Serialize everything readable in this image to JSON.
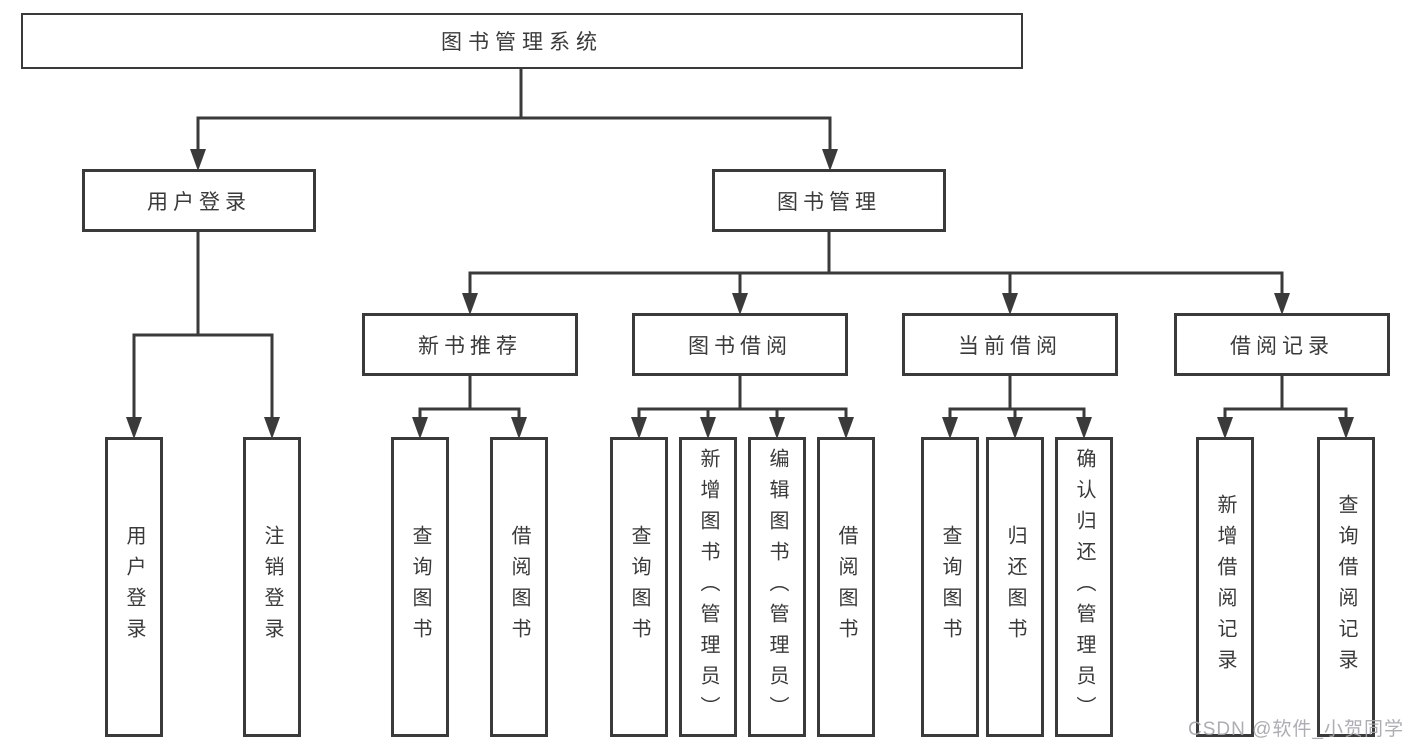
{
  "title": "图书管理系统",
  "tree": {
    "root": {
      "label": "图书管理系统"
    },
    "branches": [
      {
        "label": "用户登录",
        "children": [
          {
            "label": "用户登录"
          },
          {
            "label": "注销登录"
          }
        ]
      },
      {
        "label": "图书管理",
        "sections": [
          {
            "label": "新书推荐",
            "children": [
              {
                "label": "查询图书"
              },
              {
                "label": "借阅图书"
              }
            ]
          },
          {
            "label": "图书借阅",
            "children": [
              {
                "label": "查询图书"
              },
              {
                "label": "新增图书（管理员）"
              },
              {
                "label": "编辑图书（管理员）"
              },
              {
                "label": "借阅图书"
              }
            ]
          },
          {
            "label": "当前借阅",
            "children": [
              {
                "label": "查询图书"
              },
              {
                "label": "归还图书"
              },
              {
                "label": "确认归还（管理员）"
              }
            ]
          },
          {
            "label": "借阅记录",
            "children": [
              {
                "label": "新增借阅记录"
              },
              {
                "label": "查询借阅记录"
              }
            ]
          }
        ]
      }
    ]
  },
  "watermark": {
    "text": "CSDN @软件_小贺同学"
  },
  "colors": {
    "line": "#3a3a3a",
    "box_border": "#3a3a3a",
    "text": "#3a3a3a",
    "watermark": "#a4a4ac",
    "background": "#ffffff"
  }
}
